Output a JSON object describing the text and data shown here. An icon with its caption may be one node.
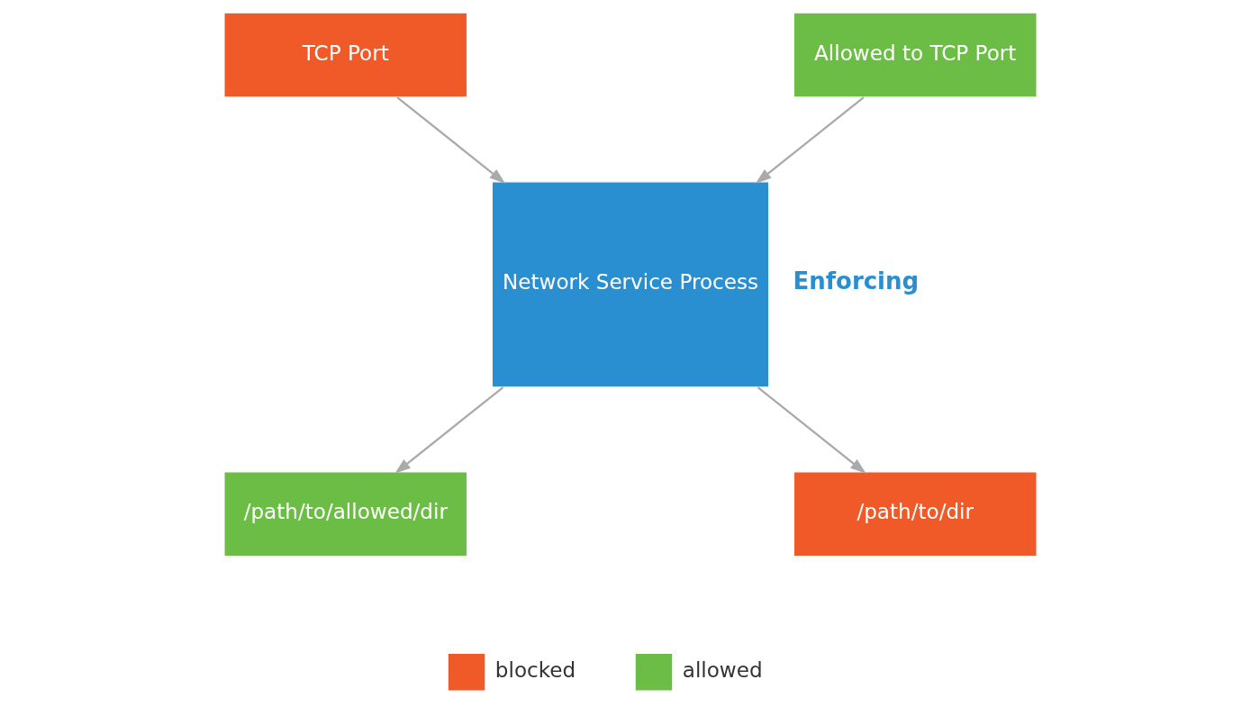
{
  "diagram": {
    "nodes": [
      {
        "text": [
          "TCP Port"
        ]
      },
      {
        "text": [
          "Allowed to TCP Port"
        ]
      },
      {
        "text": [
          "Network Service Process"
        ],
        "beside": [
          "Enforcing"
        ]
      },
      {
        "text": [
          "/path/to/allowed/dir"
        ]
      },
      {
        "text": [
          "/path/to/dir"
        ]
      }
    ],
    "edges": [
      {
        "from": 0,
        "to": 2,
        "arrow": "to"
      },
      {
        "from": 1,
        "to": 2,
        "arrow": "to"
      },
      {
        "from": 2,
        "to": 3,
        "arrow": "to"
      },
      {
        "from": 2,
        "to": 4,
        "arrow": "to"
      }
    ],
    "legend": [
      {
        "text": "blocked",
        "color": "#f05a28"
      },
      {
        "text": "allowed",
        "color": "#6cbd45"
      }
    ]
  }
}
